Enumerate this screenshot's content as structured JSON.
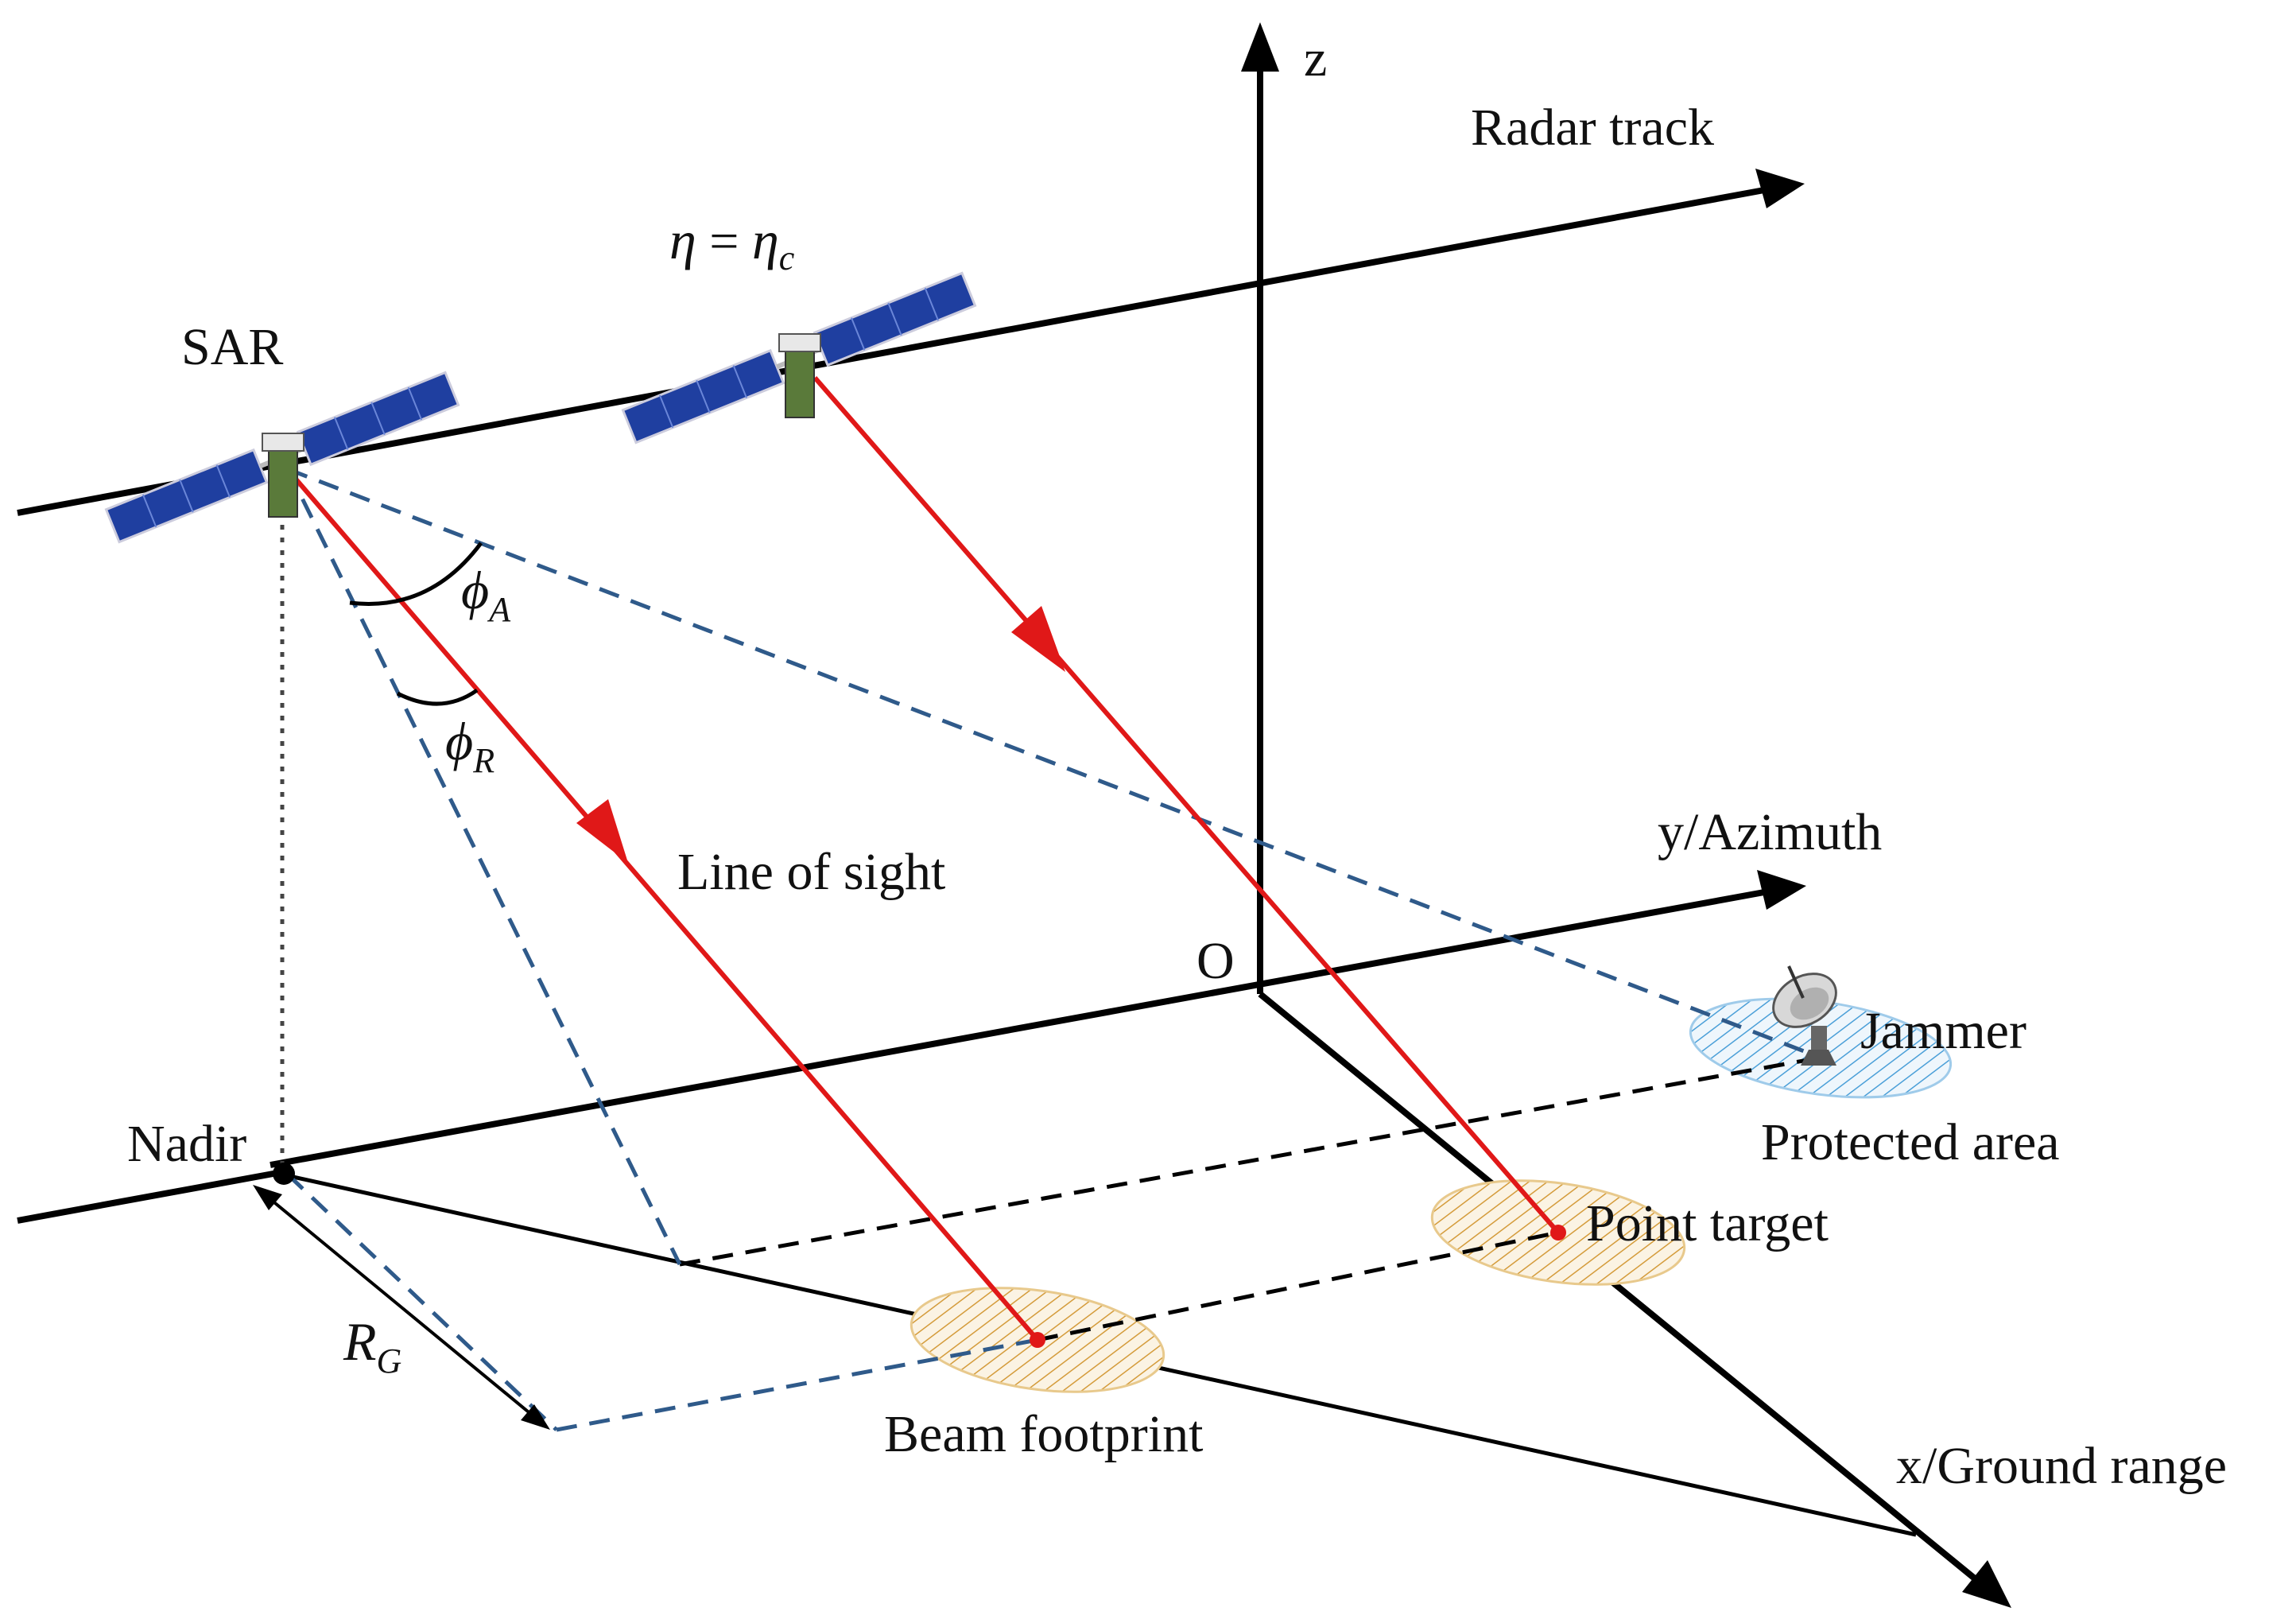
{
  "labels": {
    "z_axis": "z",
    "radar_track": "Radar track",
    "eta_symbol": "η",
    "eta_equals": " = ",
    "eta_c_symbol": "η",
    "eta_c_sub": "c",
    "sar": "SAR",
    "phi_a_symbol": "ϕ",
    "phi_a_sub": "A",
    "phi_r_symbol": "ϕ",
    "phi_r_sub": "R",
    "line_of_sight": "Line of sight",
    "y_axis": "y/Azimuth",
    "origin": "O",
    "jammer": "Jammer",
    "protected_area": "Protected area",
    "nadir": "Nadir",
    "point_target": "Point target",
    "rg_symbol": "R",
    "rg_sub": "G",
    "beam_footprint": "Beam footprint",
    "x_axis": "x/Ground range"
  },
  "colors": {
    "axis": "#000000",
    "line_of_sight": "#e01818",
    "dashed_blue": "#2f5a8a",
    "footprint_hatch": "#d49b3a",
    "protected_hatch": "#4a9fd8",
    "target_dot": "#e01818",
    "satellite_panel": "#1f3fa0"
  }
}
